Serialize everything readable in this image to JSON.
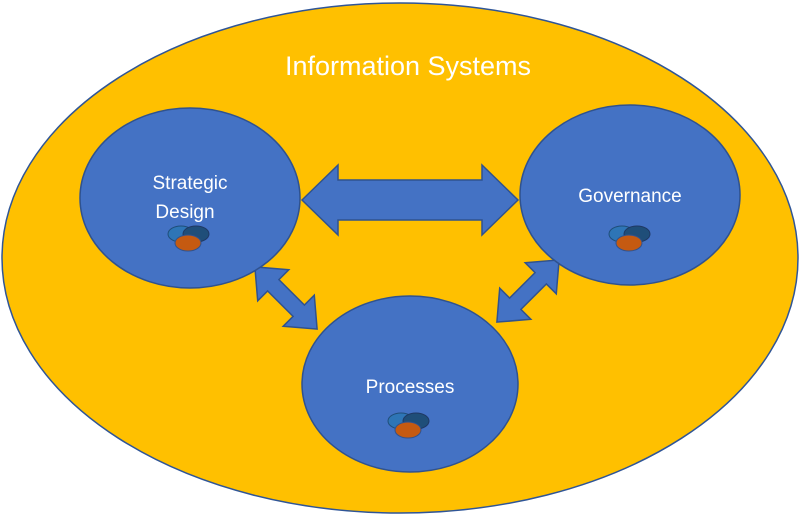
{
  "diagram": {
    "title": "Information Systems",
    "nodes": {
      "strategic": {
        "line1": "Strategic",
        "line2": "Design"
      },
      "governance": {
        "label": "Governance"
      },
      "processes": {
        "label": "Processes"
      }
    },
    "colors": {
      "container_fill": "#FFC000",
      "container_stroke": "#2F5597",
      "node_fill": "#4472C4",
      "node_stroke": "#2F528F",
      "arrow_fill": "#4472C4",
      "arrow_stroke": "#2F528F",
      "venn_light": "#2E75B6",
      "venn_dark": "#1F4E79",
      "venn_orange": "#C55A11"
    },
    "icons": [
      "venn-icon",
      "venn-icon",
      "venn-icon"
    ]
  }
}
